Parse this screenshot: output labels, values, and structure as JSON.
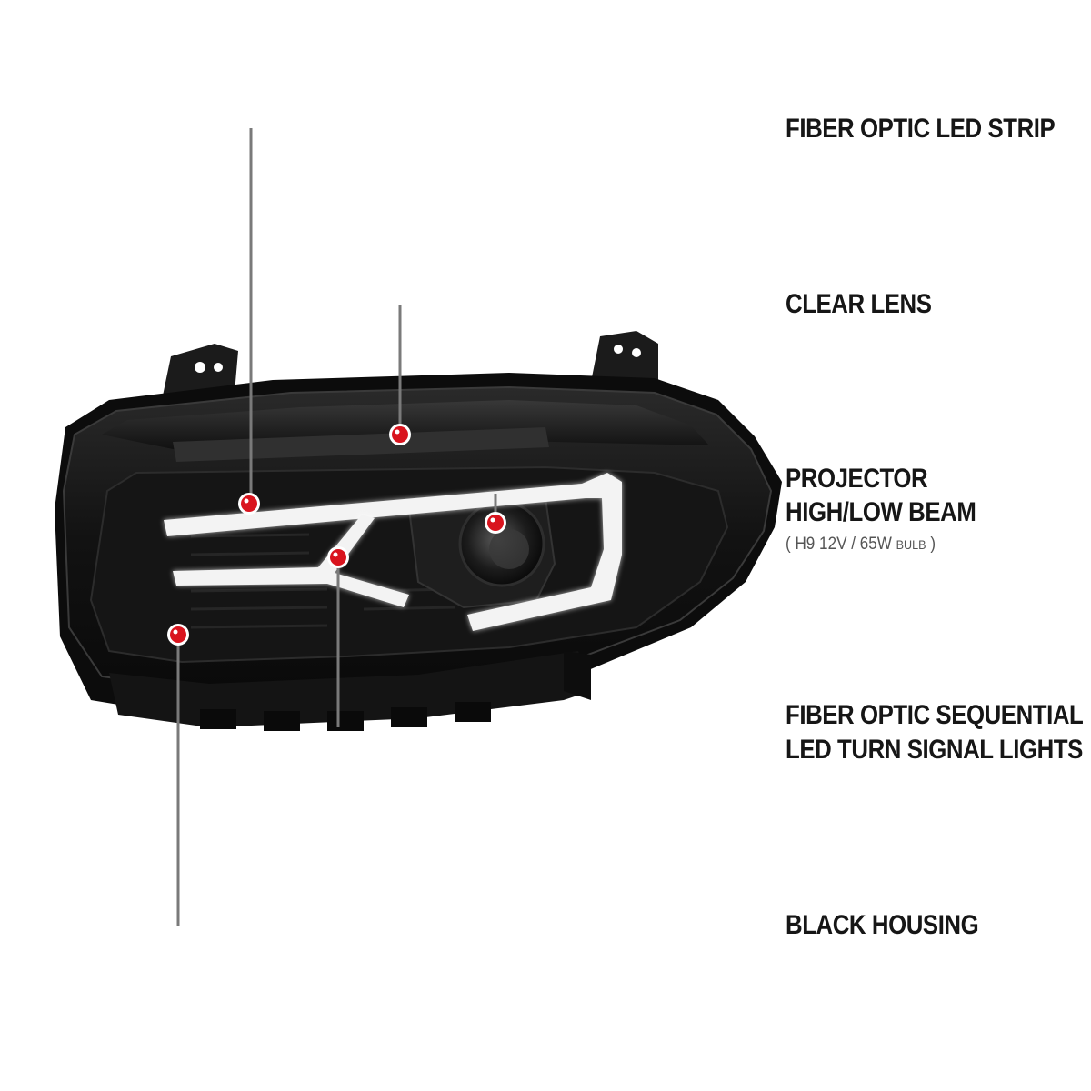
{
  "callouts": {
    "fiber_strip": {
      "label": "FIBER OPTIC LED STRIP"
    },
    "clear_lens": {
      "label": "CLEAR LENS"
    },
    "projector": {
      "line1": "PROJECTOR",
      "line2": "HIGH/LOW BEAM",
      "spec_open": "(",
      "spec_main": "H9  12V / 65W",
      "spec_unit": "BULB",
      "spec_close": ")"
    },
    "sequential": {
      "line1": "FIBER OPTIC SEQUENTIAL",
      "line2": "LED TURN SIGNAL LIGHTS"
    },
    "housing": {
      "label": "BLACK HOUSING"
    }
  },
  "colors": {
    "leader_gray": "#7a7a7a",
    "leader_red": "#b81a1a",
    "marker_red": "#d9141e",
    "housing_black": "#151515",
    "drl_glow": "#f3f3f3"
  }
}
